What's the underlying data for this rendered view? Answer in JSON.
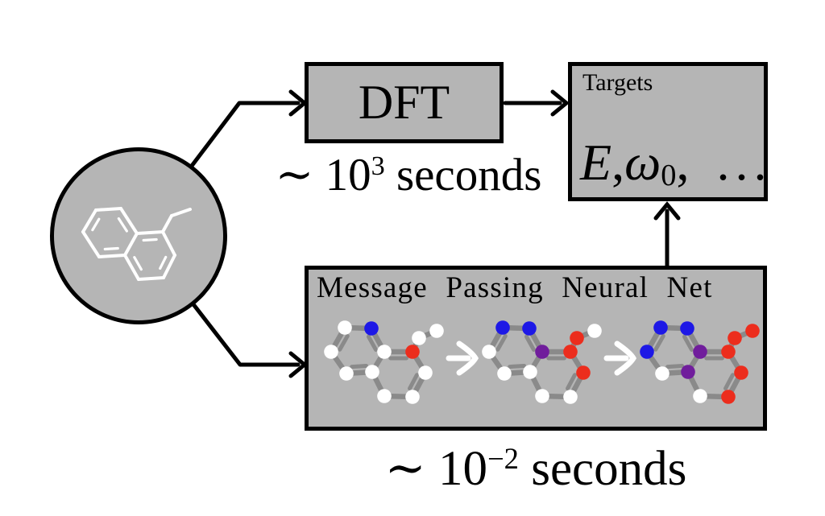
{
  "dft": {
    "label": "DFT",
    "time_prefix": "∼ 10",
    "time_exponent": "3",
    "time_suffix": " seconds"
  },
  "targets": {
    "title": "Targets",
    "value_e": "E",
    "comma1": ",",
    "value_omega": "ω",
    "omega_subscript": "0",
    "comma2": ",",
    "dots": "..."
  },
  "mpnn": {
    "title": "Message Passing Neural Net",
    "time_prefix": "∼ 10",
    "time_exponent": "−2",
    "time_suffix": " seconds",
    "colors": {
      "white": "#ffffff",
      "blue": "#1d18e6",
      "red": "#ec2d1d",
      "purple": "#701d9c",
      "bond": "#8a8a8a",
      "arrow": "#ffffff"
    },
    "graphs": [
      {
        "name": "input-graph",
        "node_colors": [
          "white",
          "blue",
          "white",
          "white",
          "white",
          "white",
          "red",
          "white",
          "white",
          "white",
          "white",
          "white"
        ]
      },
      {
        "name": "message-pass-step-1",
        "node_colors": [
          "blue",
          "blue",
          "white",
          "purple",
          "white",
          "white",
          "red",
          "red",
          "white",
          "white",
          "red",
          "white"
        ]
      },
      {
        "name": "message-pass-step-2",
        "node_colors": [
          "blue",
          "blue",
          "blue",
          "purple",
          "white",
          "purple",
          "red",
          "red",
          "red",
          "white",
          "red",
          "red"
        ]
      }
    ]
  }
}
